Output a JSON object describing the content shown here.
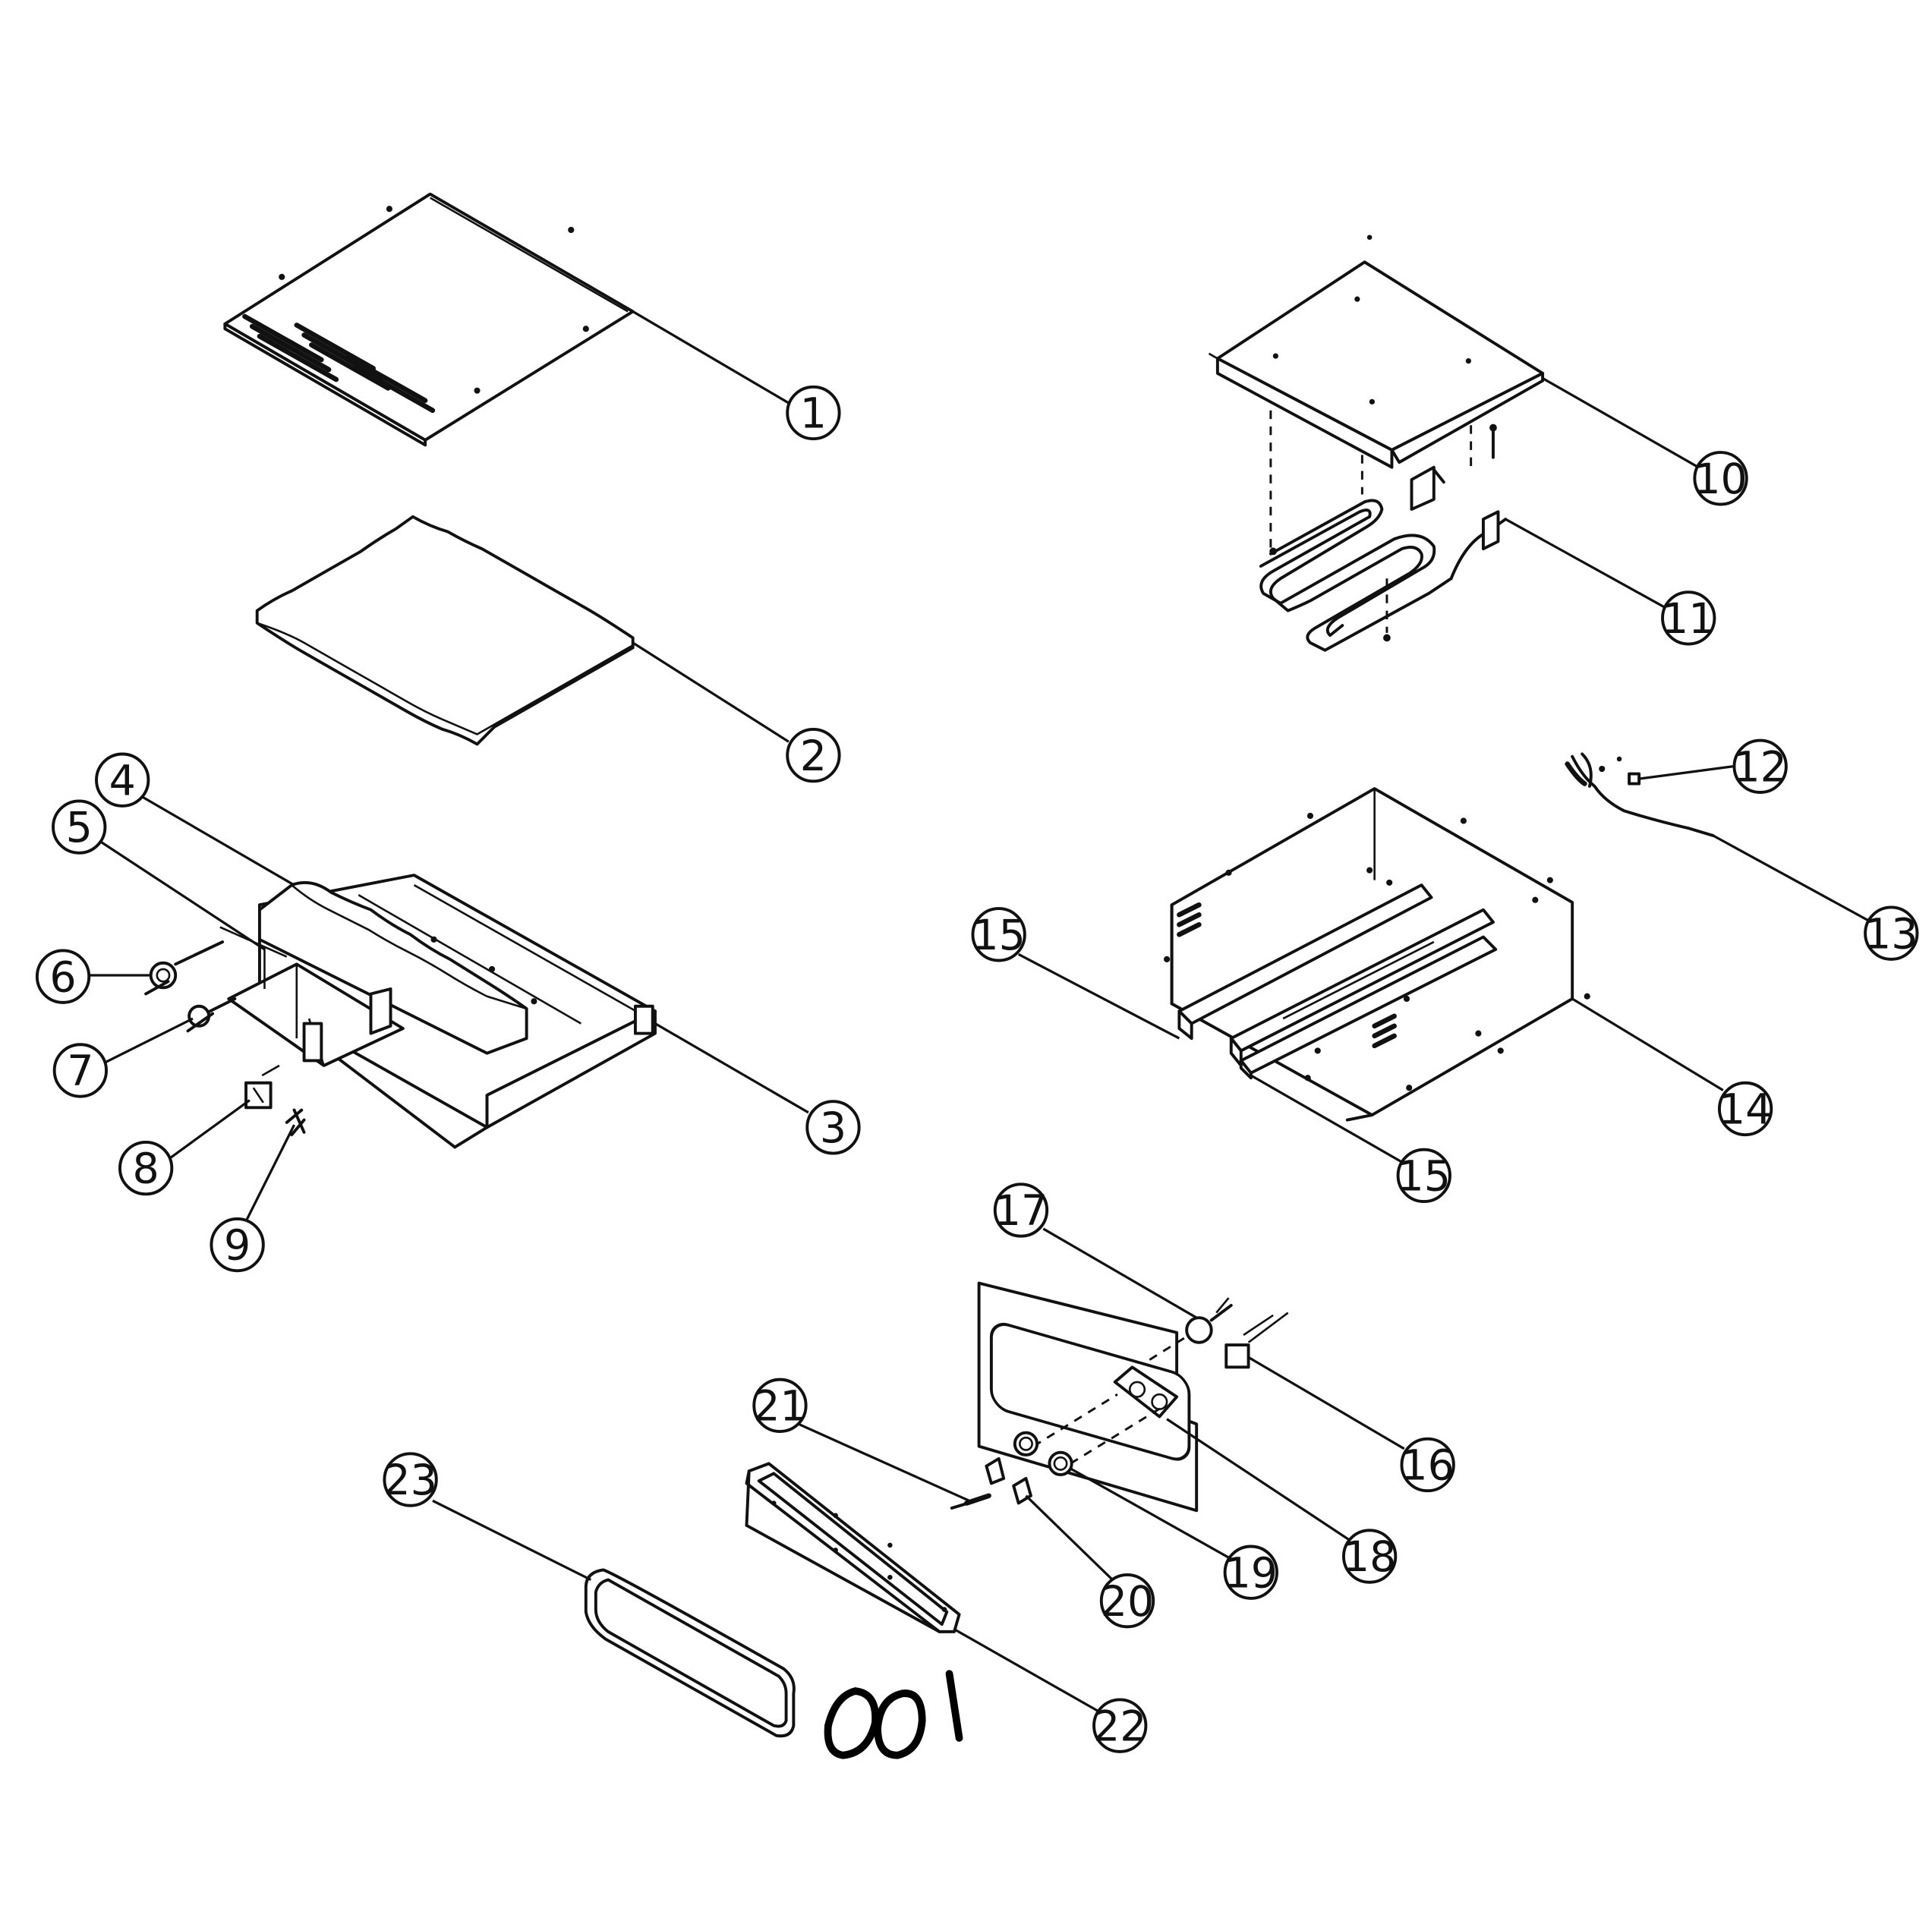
{
  "callouts": [
    {
      "label": "1"
    },
    {
      "label": "2"
    },
    {
      "label": "3"
    },
    {
      "label": "4"
    },
    {
      "label": "5"
    },
    {
      "label": "6"
    },
    {
      "label": "7"
    },
    {
      "label": "8"
    },
    {
      "label": "9"
    },
    {
      "label": "10"
    },
    {
      "label": "11"
    },
    {
      "label": "12"
    },
    {
      "label": "13"
    },
    {
      "label": "14"
    },
    {
      "label": "15"
    },
    {
      "label": "15"
    },
    {
      "label": "16"
    },
    {
      "label": "17"
    },
    {
      "label": "18"
    },
    {
      "label": "19"
    },
    {
      "label": "20"
    },
    {
      "label": "21"
    },
    {
      "label": "22"
    },
    {
      "label": "23"
    }
  ],
  "handwritten_mark": "001"
}
